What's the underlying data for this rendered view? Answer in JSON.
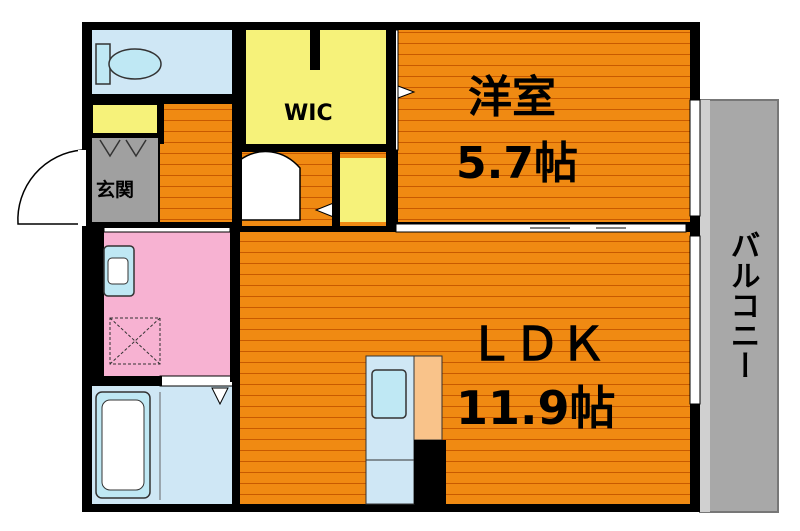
{
  "rooms": {
    "western_room": {
      "name": "洋室",
      "size": "5.7帖"
    },
    "ldk": {
      "name": "ＬＤＫ",
      "size": "11.9帖"
    },
    "wic": {
      "name": "WIC"
    },
    "entrance": {
      "name": "玄関"
    },
    "balcony": {
      "name": "バルコニー"
    }
  },
  "colors": {
    "floor_orange": "#f08a12",
    "floor_stripe": "#c85a00",
    "wic_yellow": "#f6f27a",
    "washroom_pink": "#f7b2d2",
    "bath_blue": "#cfe7f5",
    "balcony_gray": "#a8a8a8",
    "wall": "#000000"
  }
}
